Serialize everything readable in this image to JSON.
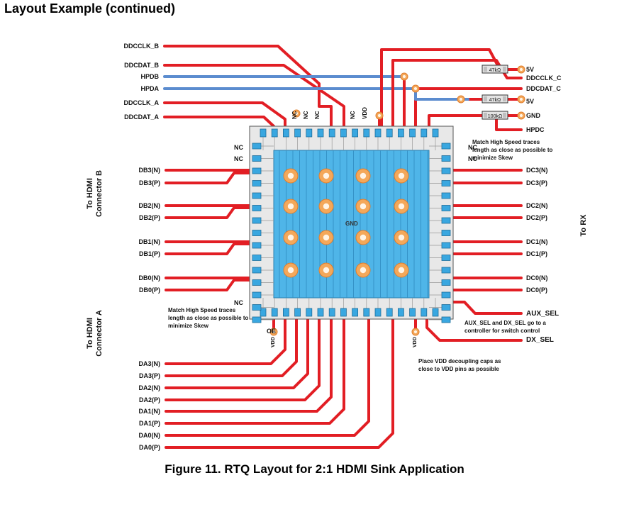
{
  "page": {
    "heading": "Layout Example (continued)",
    "caption": "Figure 11.  RTQ Layout for 2:1 HDMI Sink Application"
  },
  "colors": {
    "trace_red": "#e21e24",
    "trace_blue": "#5b8ccf",
    "via_orange": "#f4a85a",
    "die_blue": "#4fb5e8",
    "pad_blue": "#39a7e0",
    "package": "#e8e8e8"
  },
  "diagram": {
    "group_labels": {
      "connector_b": [
        "To HDMI",
        "Connector B"
      ],
      "connector_a": [
        "To HDMI",
        "Connector A"
      ],
      "to_rx": "To RX"
    },
    "gnd_label": "GND",
    "top_left_signals": [
      {
        "label": "DDCCLK_B",
        "trace": "red"
      },
      {
        "label": "DDCDAT_B",
        "trace": "red"
      },
      {
        "label": "HPDB",
        "trace": "blue"
      },
      {
        "label": "HPDA",
        "trace": "blue"
      },
      {
        "label": "DDCCLK_A",
        "trace": "red"
      },
      {
        "label": "DDCDAT_A",
        "trace": "red"
      }
    ],
    "top_pin_labels": [
      "NC",
      "NC",
      "NC",
      "NC",
      "VDD"
    ],
    "right_top_labels": [
      "5V",
      "DDCCLK_C",
      "DDCDAT_C",
      "5V",
      "GND",
      "HPDC"
    ],
    "resistors": [
      "47kΩ",
      "47kΩ",
      "100kΩ"
    ],
    "left_nc_labels": [
      "NC",
      "NC",
      "NC"
    ],
    "left_pairs": [
      [
        "DB3(N)",
        "DB3(P)"
      ],
      [
        "DB2(N)",
        "DB2(P)"
      ],
      [
        "DB1(N)",
        "DB1(P)"
      ],
      [
        "DB0(N)",
        "DB0(P)"
      ]
    ],
    "right_nc_labels": [
      "NC",
      "NC"
    ],
    "right_pairs": [
      [
        "DC3(N)",
        "DC3(P)"
      ],
      [
        "DC2(N)",
        "DC2(P)"
      ],
      [
        "DC1(N)",
        "DC1(P)"
      ],
      [
        "DC0(N)",
        "DC0(P)"
      ]
    ],
    "right_control": [
      "AUX_SEL",
      "DX_SEL"
    ],
    "oe_label": "OE",
    "bottom_pin_labels": [
      "VDD",
      "VDD"
    ],
    "bottom_signals": [
      "DA3(N)",
      "DA3(P)",
      "DA2(N)",
      "DA2(P)",
      "DA1(N)",
      "DA1(P)",
      "DA0(N)",
      "DA0(P)"
    ],
    "notes": {
      "top_right": [
        "Match High Speed traces",
        "length as close as possible to",
        "minimize Skew"
      ],
      "bottom_left": [
        "Match High Speed traces",
        "length as close as possible to",
        "minimize Skew"
      ],
      "sel": [
        "AUX_SEL and DX_SEL go to a",
        "controller for switch control"
      ],
      "decoupling": [
        "Place VDD decoupling caps as",
        "close to VDD pins as possible"
      ]
    }
  }
}
